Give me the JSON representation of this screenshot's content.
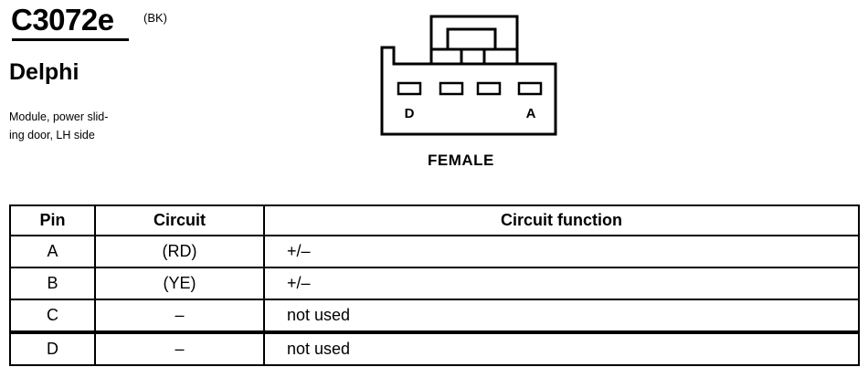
{
  "connector": {
    "code": "C3072e",
    "color": "(BK)",
    "manufacturer": "Delphi",
    "description": "Module, power slid-\ning door, LH side",
    "view": "FEMALE",
    "pin_labels": {
      "left": "D",
      "right": "A"
    }
  },
  "table": {
    "headers": {
      "pin": "Pin",
      "circuit": "Circuit",
      "function": "Circuit function"
    },
    "rows": [
      {
        "pin": "A",
        "circuit": "(RD)",
        "function": "+/–"
      },
      {
        "pin": "B",
        "circuit": "(YE)",
        "function": "+/–"
      },
      {
        "pin": "C",
        "circuit": "–",
        "function": "not used"
      },
      {
        "pin": "D",
        "circuit": "–",
        "function": "not used"
      }
    ]
  }
}
